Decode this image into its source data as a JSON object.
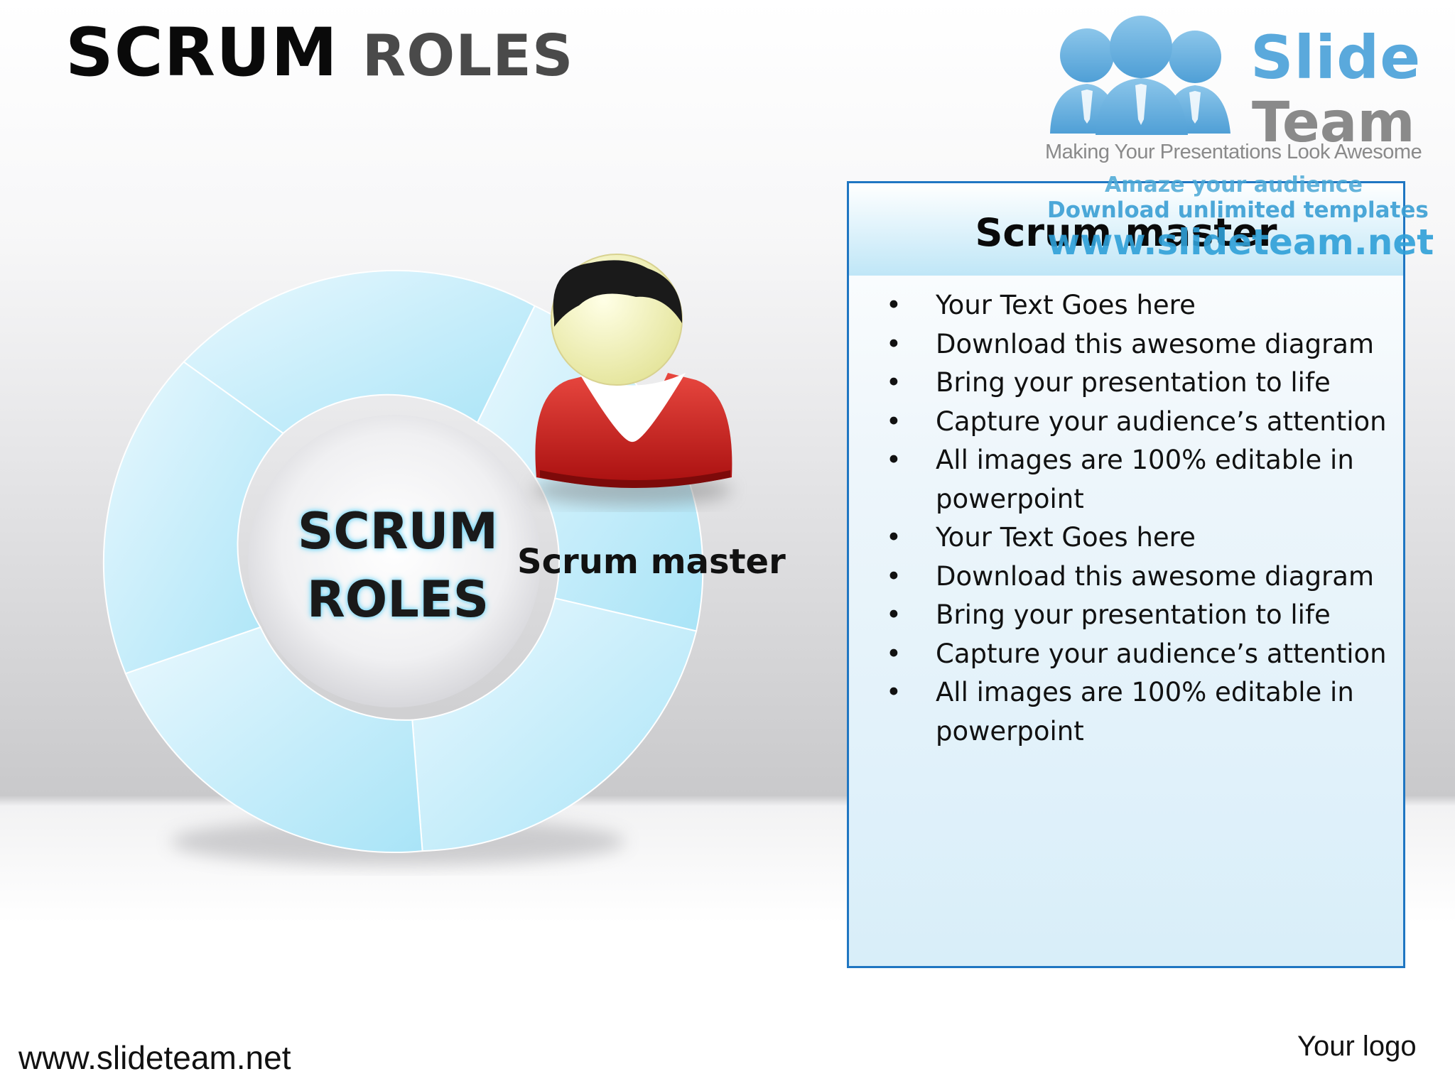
{
  "title": {
    "word1": "SCRUM",
    "word2": "ROLES"
  },
  "brand": {
    "name_line1": "Slide",
    "name_line2": "Team",
    "tagline": "Making Your Presentations Look Awesome",
    "color": "#5aa9dc",
    "logo_icon": "people-group-icon"
  },
  "watermark": {
    "line1": "Amaze your audience",
    "line2": "Download unlimited templates",
    "line3": "www.slideteam.net"
  },
  "diagram": {
    "center_line1": "SCRUM",
    "center_line2": "ROLES",
    "highlighted_segment_label": "Scrum master",
    "segment_color": "#aee6f8",
    "person_icon": "person-icon",
    "person_shirt_color": "#c81e1e"
  },
  "infobox": {
    "title": "Scrum master",
    "border_color": "#1f76c2",
    "bullets": [
      "Your Text Goes here",
      "Download this awesome diagram",
      "Bring your presentation to life",
      "Capture your audience’s attention",
      "All images are 100% editable in powerpoint",
      "Your Text Goes here",
      "Download this awesome diagram",
      "Bring your presentation to life",
      "Capture your audience’s attention",
      "All images are 100% editable in powerpoint"
    ]
  },
  "footer": {
    "url": "www.slideteam.net",
    "logo_placeholder": "Your logo"
  }
}
